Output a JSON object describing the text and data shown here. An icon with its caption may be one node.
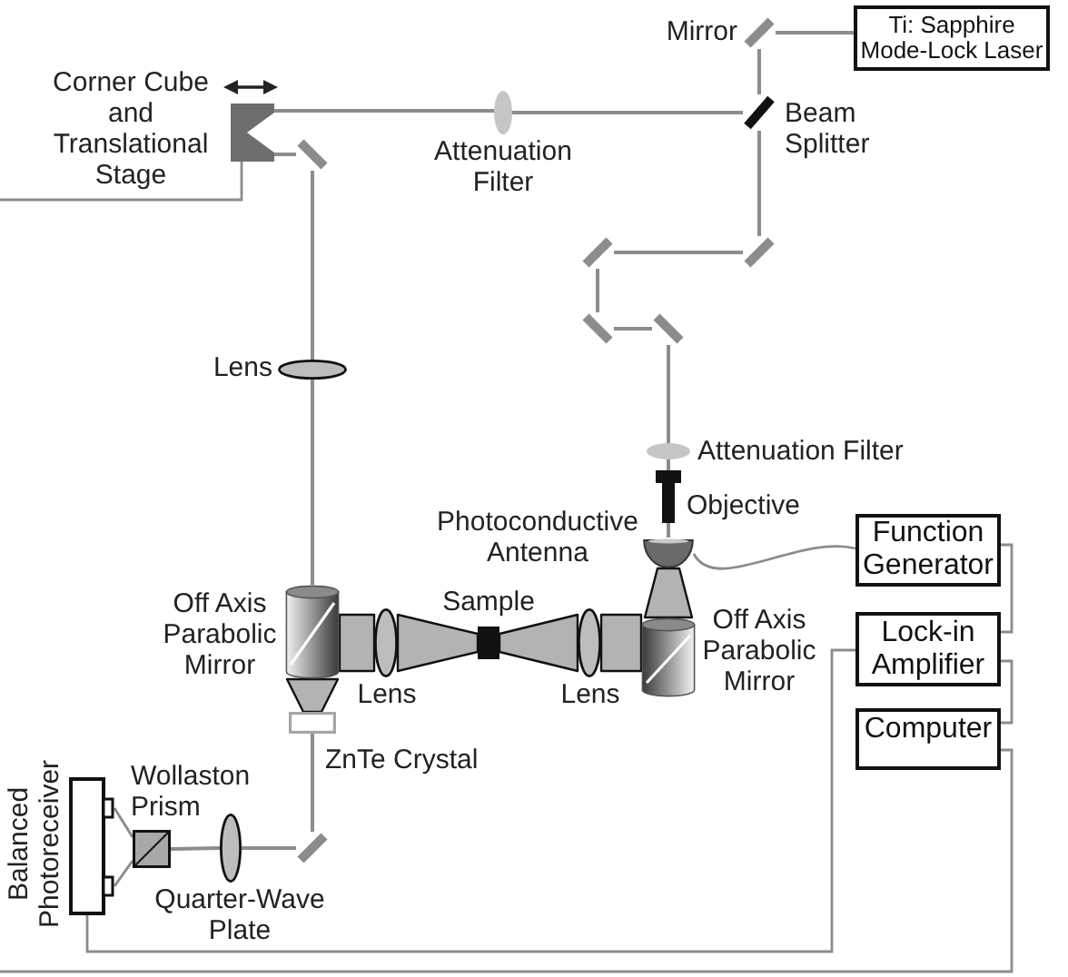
{
  "diagram": {
    "nodes": [
      {
        "text": [],
        "shape": "bar",
        "beside": [
          "Mirror"
        ]
      },
      {
        "text": [
          "Ti: Sapphire Mode-Lock Laser"
        ]
      },
      {
        "text": [],
        "shape": "box",
        "beside": [
          "Corner Cube and Translational Stage"
        ]
      },
      {
        "text": [],
        "shape": "bar"
      },
      {
        "text": [],
        "shape": "ellipse",
        "beside": [
          "Attenuation Filter"
        ]
      },
      {
        "text": [],
        "shape": "bar",
        "beside": [
          "Beam Splitter"
        ]
      },
      {
        "text": [],
        "shape": "bar"
      },
      {
        "text": [],
        "shape": "bar"
      },
      {
        "text": [],
        "shape": "bar"
      },
      {
        "text": [],
        "shape": "bar"
      },
      {
        "text": [],
        "shape": "ellipse",
        "beside": [
          "Lens"
        ]
      },
      {
        "text": [],
        "shape": "ellipse",
        "beside": [
          "Attenuation Filter"
        ]
      },
      {
        "text": [],
        "shape": "picture",
        "beside": [
          "Objective"
        ]
      },
      {
        "text": [],
        "shape": "semicircle",
        "beside": [
          "Photoconductive Antenna"
        ]
      },
      {
        "text": [
          "Function Generator"
        ]
      },
      {
        "text": [],
        "shape": "cylinder",
        "beside": [
          "Off Axis Parabolic Mirror"
        ]
      },
      {
        "text": [],
        "shape": "ellipse",
        "beside": [
          "Lens"
        ]
      },
      {
        "text": [],
        "shape": "box",
        "beside": [
          "Sample"
        ]
      },
      {
        "text": [],
        "shape": "ellipse",
        "beside": [
          "Lens"
        ]
      },
      {
        "text": [],
        "shape": "cylinder",
        "beside": [
          "Off Axis Parabolic Mirror"
        ]
      },
      {
        "text": [
          "Lock-in Amplifier"
        ]
      },
      {
        "text": [],
        "shape": "box",
        "beside": [
          "ZnTe Crystal"
        ]
      },
      {
        "text": [
          "Computer"
        ]
      },
      {
        "text": [],
        "shape": "box",
        "beside": [
          "Balanced Photoreceiver"
        ]
      },
      {
        "text": [],
        "shape": "box",
        "beside": [
          "Wollaston Prism"
        ]
      },
      {
        "text": [],
        "shape": "ellipse",
        "beside": [
          "Quarter-Wave Plate"
        ]
      },
      {
        "text": [],
        "shape": "bar"
      }
    ],
    "edges": [
      {
        "from": 1,
        "to": 0,
        "arrow": "none"
      },
      {
        "from": 0,
        "to": 5,
        "arrow": "none"
      },
      {
        "from": 5,
        "to": 4,
        "arrow": "none"
      },
      {
        "from": 4,
        "to": 2,
        "arrow": "none"
      },
      {
        "from": 2,
        "to": 3,
        "arrow": "none"
      },
      {
        "from": 3,
        "to": 10,
        "arrow": "none"
      },
      {
        "from": 10,
        "to": 15,
        "arrow": "none"
      },
      {
        "from": 5,
        "to": 7,
        "arrow": "none"
      },
      {
        "from": 7,
        "to": 6,
        "arrow": "none"
      },
      {
        "from": 6,
        "to": 8,
        "arrow": "none"
      },
      {
        "from": 8,
        "to": 9,
        "arrow": "none"
      },
      {
        "from": 9,
        "to": 11,
        "arrow": "none"
      },
      {
        "from": 11,
        "to": 12,
        "arrow": "none"
      },
      {
        "from": 12,
        "to": 13,
        "arrow": "none"
      },
      {
        "from": 13,
        "to": 19,
        "arrow": "none",
        "style": "thick"
      },
      {
        "from": 19,
        "to": 18,
        "arrow": "none",
        "style": "thick"
      },
      {
        "from": 18,
        "to": 17,
        "arrow": "none",
        "style": "thick"
      },
      {
        "from": 17,
        "to": 16,
        "arrow": "none",
        "style": "thick"
      },
      {
        "from": 16,
        "to": 15,
        "arrow": "none",
        "style": "thick"
      },
      {
        "from": 15,
        "to": 21,
        "arrow": "none",
        "style": "thick"
      },
      {
        "from": 21,
        "to": 26,
        "arrow": "none"
      },
      {
        "from": 26,
        "to": 25,
        "arrow": "none"
      },
      {
        "from": 25,
        "to": 24,
        "arrow": "none"
      },
      {
        "from": 24,
        "to": 23,
        "arrow": "none"
      },
      {
        "from": 24,
        "to": 23,
        "arrow": "none"
      },
      {
        "from": 13,
        "to": 14,
        "arrow": "none"
      },
      {
        "from": 14,
        "to": 20,
        "arrow": "none"
      },
      {
        "from": 20,
        "to": 22,
        "arrow": "none"
      },
      {
        "from": 20,
        "to": 23,
        "arrow": "none"
      },
      {
        "from": 22,
        "to": null,
        "arrow": "none"
      },
      {
        "from": 2,
        "to": null,
        "arrow": "none"
      }
    ]
  }
}
